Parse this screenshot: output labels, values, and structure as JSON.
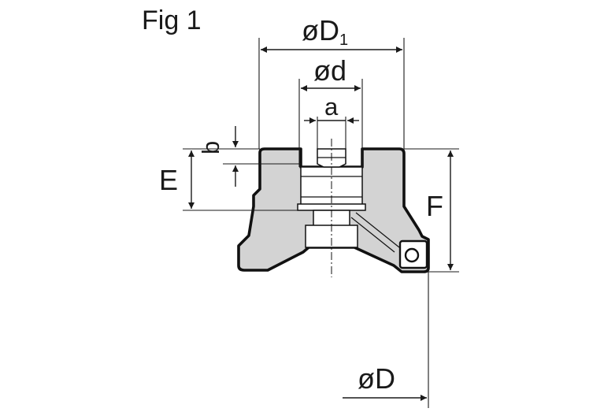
{
  "figure_label": "Fig 1",
  "dimensions": {
    "outer_diameter_D1": "øD",
    "outer_diameter_D1_subscript": "1",
    "bore_diameter": "ød",
    "keyway_width": "a",
    "keyway_depth": "b",
    "bore_length": "E",
    "overall_height": "F",
    "cutting_diameter": "øD"
  },
  "colors": {
    "body_fill": "#d3d3d3",
    "outline": "#111111",
    "background": "#ffffff"
  }
}
